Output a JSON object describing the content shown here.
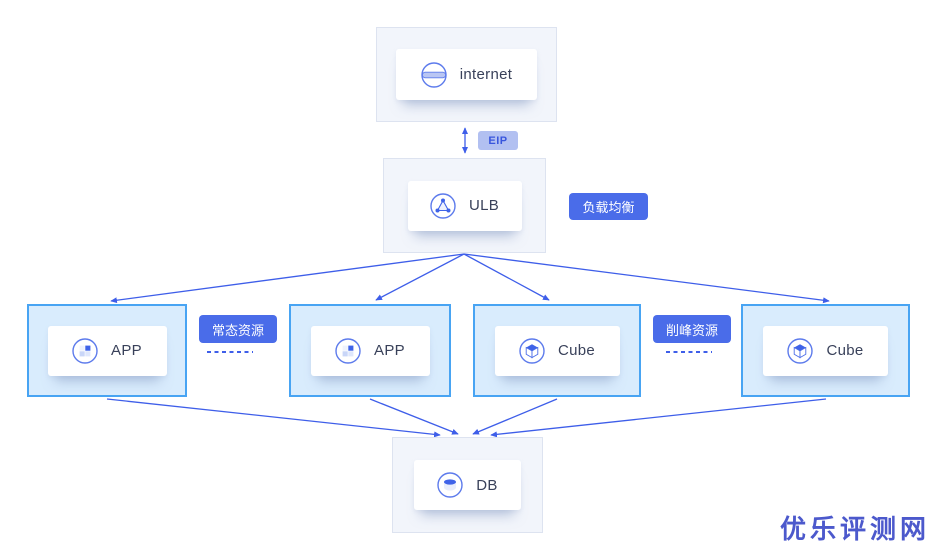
{
  "nodes": {
    "internet": {
      "label": "internet"
    },
    "ulb": {
      "label": "ULB"
    },
    "app1": {
      "label": "APP"
    },
    "app2": {
      "label": "APP"
    },
    "cube1": {
      "label": "Cube"
    },
    "cube2": {
      "label": "Cube"
    },
    "db": {
      "label": "DB"
    }
  },
  "badges": {
    "eip": "EIP",
    "load_balancer": "负载均衡",
    "normal_resources": "常态资源",
    "peak_shaving_resources": "削峰资源"
  },
  "watermark": "优乐评测网",
  "colors": {
    "arrow": "#3e5ee9",
    "badge_bg": "#4a6ce9",
    "badge_text": "#ffffff",
    "eip_bg": "#b2c0f1",
    "eip_text": "#3956dd",
    "box_border": "#48a4f3",
    "box_fill": "#d9ecfd",
    "group_fill": "#f2f5fb",
    "group_border": "#dde3f0",
    "icon_accent": "#3f63e8",
    "icon_stroke": "#5d7bec",
    "text": "#39415a",
    "watermark": "#4c59cc"
  }
}
